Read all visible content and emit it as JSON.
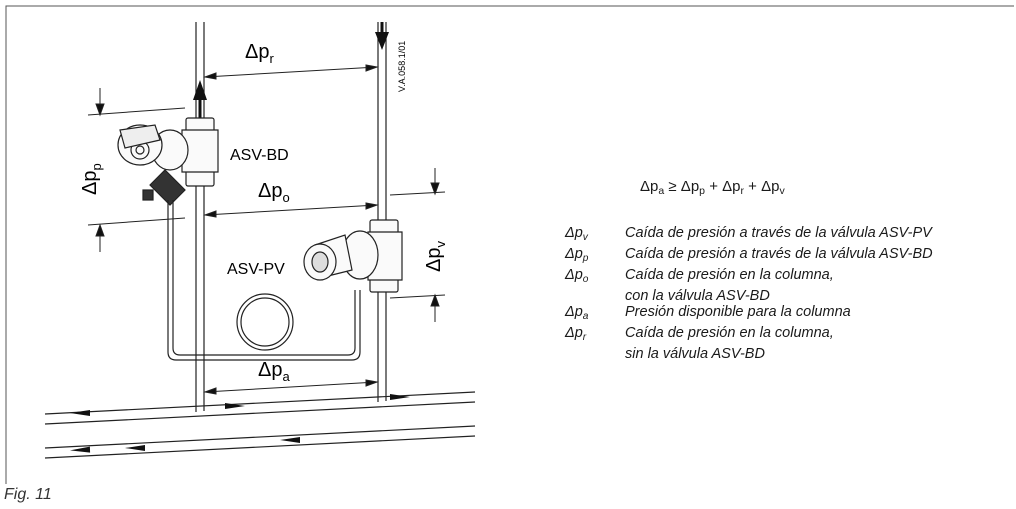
{
  "labels": {
    "dp_r": "r",
    "dp_p": "p",
    "dp_o": "o",
    "dp_v": "v",
    "dp_a": "a",
    "delta": "Δp",
    "asv_bd": "ASV-BD",
    "asv_pv": "ASV-PV",
    "ref_code": "V.A.058.1/01"
  },
  "formula": {
    "lhs_sub": "a",
    "op": "≥",
    "t1_sub": "p",
    "t2_sub": "r",
    "t3_sub": "v",
    "plus": "+"
  },
  "legend": [
    {
      "sub": "v",
      "text": "Caída de presión a través de la válvula ASV-PV",
      "cont": ""
    },
    {
      "sub": "p",
      "text": "Caída de presión a través de la válvula ASV-BD",
      "cont": ""
    },
    {
      "sub": "o",
      "text": "Caída de presión en la columna,",
      "cont": "con la válvula ASV-BD"
    },
    {
      "sub": "a",
      "text": "Presión disponible para la columna",
      "cont": ""
    },
    {
      "sub": "r",
      "text": "Caída de presión en la columna,",
      "cont": "sin la válvula ASV-BD"
    }
  ],
  "figure_label": "Fig. 11"
}
